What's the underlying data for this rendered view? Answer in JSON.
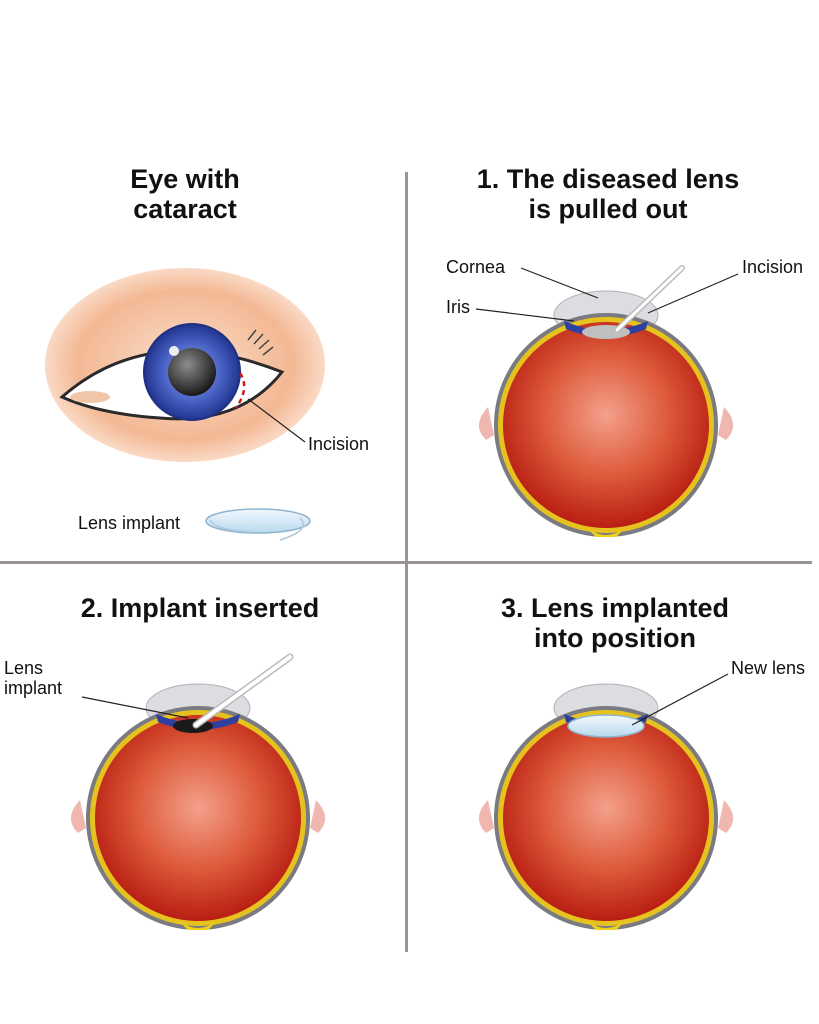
{
  "panels": [
    {
      "title_line1": "Eye with",
      "title_line2": "cataract",
      "labels": {
        "incision": "Incision",
        "lens_implant": "Lens implant"
      }
    },
    {
      "title_line1": "1. The diseased lens",
      "title_line2": "is pulled out",
      "labels": {
        "cornea": "Cornea",
        "iris": "Iris",
        "incision": "Incision"
      }
    },
    {
      "title_line1": "2. Implant inserted",
      "labels": {
        "lens_implant_l1": "Lens",
        "lens_implant_l2": "implant"
      }
    },
    {
      "title_line1": "3. Lens implanted",
      "title_line2": "into position",
      "labels": {
        "new_lens": "New lens"
      }
    }
  ],
  "colors": {
    "divider": "#9a9396",
    "iris": "#3d56b8",
    "eyeball": "#d0341c",
    "skin": "#f2b894",
    "lens": "#cfe6f5"
  }
}
